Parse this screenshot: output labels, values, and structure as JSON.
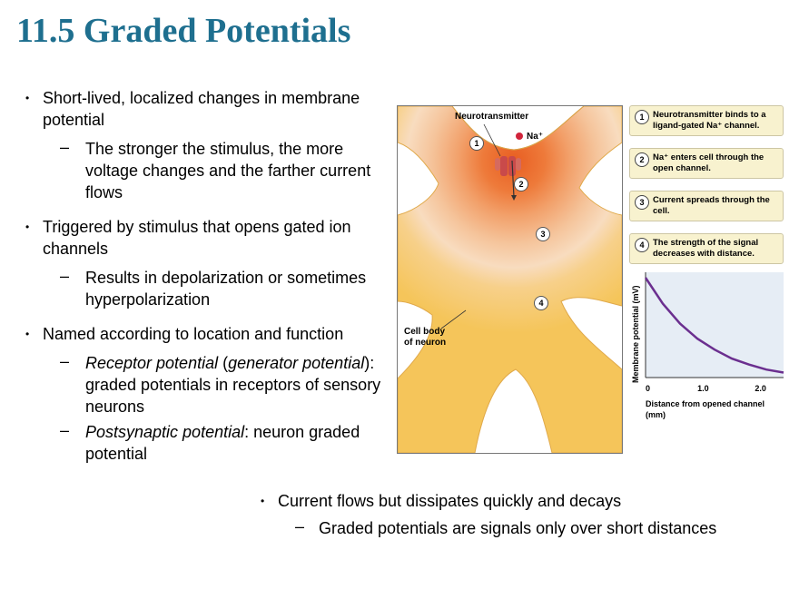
{
  "title": "11.5  Graded Potentials",
  "bullets": [
    {
      "text": "Short-lived, localized changes in membrane potential",
      "subs": [
        "The stronger the stimulus, the more voltage changes and the farther current flows"
      ]
    },
    {
      "text": "Triggered by stimulus that opens gated ion channels",
      "subs": [
        "Results in depolarization or sometimes hyperpolarization"
      ]
    },
    {
      "text": "Named according to location and function",
      "sub_a": {
        "italic1": "Receptor potential",
        "paren_open": " (",
        "italic2": "generator potential",
        "rest": "): graded potentials in receptors of sensory neurons"
      },
      "sub_b": {
        "italic": "Postsynaptic potential",
        "rest": ": neuron graded potential"
      }
    }
  ],
  "bottom": {
    "text": "Current flows but dissipates quickly and decays",
    "sub": "Graded potentials are signals only over short distances"
  },
  "figure": {
    "neurotransmitter_label": "Neurotransmitter",
    "na_label": "Na⁺",
    "cell_body_label": "Cell body\nof neuron",
    "markers": [
      "1",
      "2",
      "3",
      "4"
    ]
  },
  "steps": [
    {
      "num": "1",
      "text": "Neurotransmitter binds to a ligand-gated Na⁺ channel."
    },
    {
      "num": "2",
      "text": "Na⁺ enters cell through the open channel."
    },
    {
      "num": "3",
      "text": "Current spreads through the cell."
    },
    {
      "num": "4",
      "text": "The strength of the signal decreases with distance."
    }
  ],
  "chart_data": {
    "type": "line",
    "ylabel": "Membrane potential (mV)",
    "xlabel": "Distance from opened channel (mm)",
    "xticks": [
      "0",
      "1.0",
      "2.0"
    ],
    "xlim": [
      0,
      2.4
    ],
    "x": [
      0,
      0.3,
      0.6,
      0.9,
      1.2,
      1.5,
      1.8,
      2.1,
      2.4
    ],
    "y": [
      1.0,
      0.74,
      0.54,
      0.39,
      0.28,
      0.19,
      0.13,
      0.08,
      0.05
    ],
    "line_color": "#6b2f8f",
    "background": "#e6edf5"
  }
}
